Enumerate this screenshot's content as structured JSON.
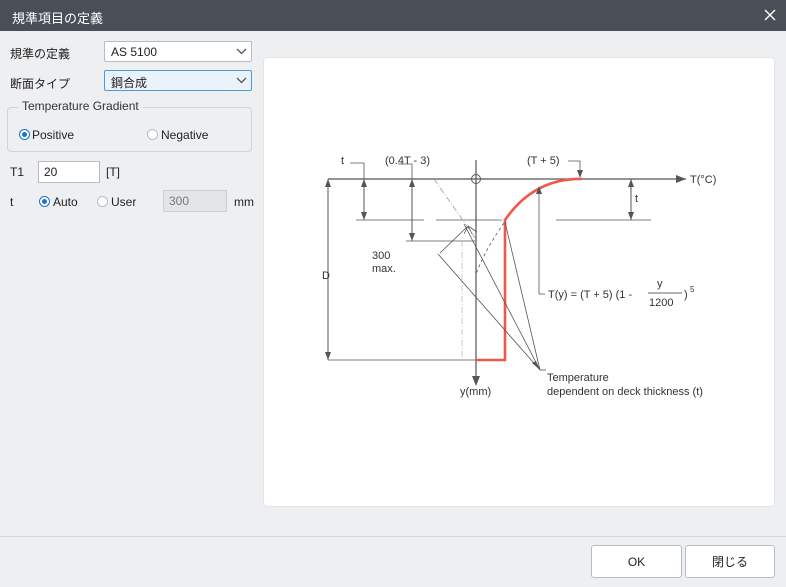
{
  "window": {
    "title": "規準項目の定義"
  },
  "form": {
    "standard_label": "規準の定義",
    "standard_value": "AS 5100",
    "section_label": "断面タイプ",
    "section_value": "鋼合成",
    "gradient_group": "Temperature Gradient",
    "positive_label": "Positive",
    "negative_label": "Negative",
    "t1_label": "T1",
    "t1_value": "20",
    "t1_unit": "[T]",
    "t_label": "t",
    "auto_label": "Auto",
    "user_label": "User",
    "t_value": "300",
    "t_unit": "mm"
  },
  "diagram": {
    "t_top": "t",
    "t_right": "t",
    "left_expr": "(0.4T - 3)",
    "top_expr": "(T + 5)",
    "t_axis": "T(°C)",
    "y_axis": "y(mm)",
    "d_label": "D",
    "max_value": "300",
    "max_label": "max.",
    "formula_left": "T(y) = (T + 5) (1 -",
    "formula_num": "y",
    "formula_den": "1200",
    "formula_right": ")",
    "formula_exp": "5",
    "note_line1": "Temperature",
    "note_line2": "dependent on deck thickness (t)",
    "colors": {
      "profile": "#f0584a",
      "axis": "#555555"
    }
  },
  "buttons": {
    "ok": "OK",
    "close": "閉じる"
  }
}
